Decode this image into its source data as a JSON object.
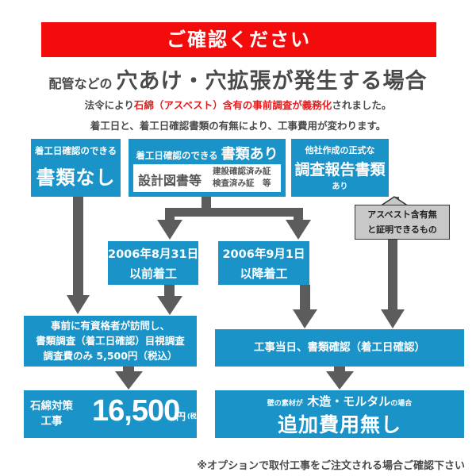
{
  "banner": {
    "title": "ご確認ください",
    "color": "#f40b0b"
  },
  "headline": {
    "prefix": "配管などの",
    "main": "穴あけ・穴拡張が発生する場合"
  },
  "notice": {
    "line1_prefix": "法令により",
    "line1_highlight": "石綿（アスベスト）含有の事前調査が義務化",
    "line1_suffix": "されました。",
    "line2": "着工日と、着工日確認書類の有無により、工事費用が変わります。",
    "highlight_color": "#e31d1d"
  },
  "colors": {
    "box": "#1993c8",
    "arrow": "#5c5c5c",
    "callout": "#c8c8c8"
  },
  "flow": {
    "no_docs": {
      "sub": "着工日確認のできる",
      "main": "書類なし"
    },
    "has_docs": {
      "sub": "着工日確認のできる",
      "main": "書類あり",
      "examples_left": "設計図書等",
      "examples_right_1": "建設確認済み証",
      "examples_right_2": "検査済み証　等"
    },
    "report": {
      "sub": "他社作成の正式な",
      "main": "調査報告書類",
      "tail": "あり"
    },
    "callout": {
      "line1": "アスベスト含有無",
      "line2": "と証明できるもの"
    },
    "before": {
      "date": "2006年8月31日",
      "label": "以前着工"
    },
    "after": {
      "date": "2006年9月1日",
      "label": "以降着工"
    },
    "survey": {
      "line1": "事前に有資格者が訪問し、",
      "line2": "書類調査（着工日確認）目視調査",
      "line3": "調査費のみ 5,500円（税込）"
    },
    "cost": {
      "label1": "石綿対策",
      "label2": "工事",
      "amount": "16,500",
      "unit": "円",
      "tax": "(税込)"
    },
    "same_day": {
      "text": "工事当日、書類確認（着工日確認）"
    },
    "no_extra": {
      "pre": "壁の素材が",
      "material": "木造・モルタル",
      "post": "の場合",
      "main": "追加費用無し"
    }
  },
  "footer": {
    "text": "※オプションで取付工事をご注文される場合ご確認下さい"
  }
}
